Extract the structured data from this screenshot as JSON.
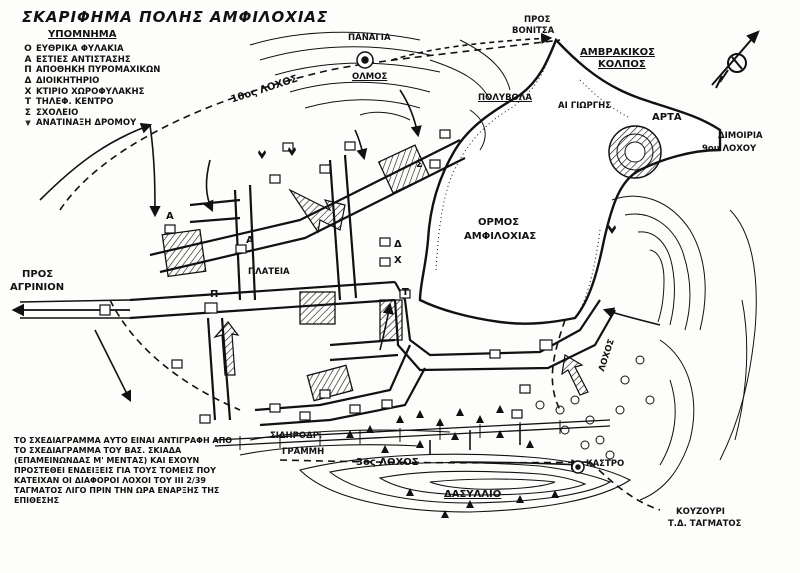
{
  "title": "ΣΚΑΡΙΦΗΜΑ ΠΟΛΗΣ ΑΜΦΙΛΟΧΙΑΣ",
  "legend": {
    "heading": "ΥΠΟΜΝΗΜΑ",
    "items": [
      {
        "symbol": "O",
        "label": "ΕΥΘΡΙΚΑ ΦΥΛΑΚΙΑ"
      },
      {
        "symbol": "Α",
        "label": "ΕΣΤΙΕΣ ΑΝΤΙΣΤΑΣΗΣ"
      },
      {
        "symbol": "Π",
        "label": "ΑΠΟΘΗΚΗ ΠΥΡΟΜΑΧΙΚΩΝ"
      },
      {
        "symbol": "Δ",
        "label": "ΔΙΟΙΚΗΤΗΡΙΟ"
      },
      {
        "symbol": "Χ",
        "label": "ΚΤΙΡΙΟ ΧΩΡΟΦΥΛΑΚΗΣ"
      },
      {
        "symbol": "Τ",
        "label": "ΤΗΛΕΦ. ΚΕΝΤΡΟ"
      },
      {
        "symbol": "Σ",
        "label": "ΣΧΟΛΕΙΟ"
      },
      {
        "symbol": "⩔",
        "label": "ΑΝΑΤΙΝΑΞΗ ΔΡΟΜΟΥ"
      }
    ]
  },
  "places": {
    "panagia": "ΠΑΝΑΓΙΑ",
    "olmos": "ΟΛΜΟΣ",
    "pros_vonitsa_1": "ΠΡΟΣ",
    "pros_vonitsa_2": "ΒΟΝΙΤΣΑ",
    "ambrakikos_1": "ΑΜΒΡΑΚΙΚΟΣ",
    "ambrakikos_2": "ΚΟΛΠΟΣ",
    "polyvolo": "ΠΟΛΥΒΟΛΑ",
    "ai_giorgis": "ΑΙ ΓΙΩΡΓΗΣ",
    "arta": "ΑΡΤΑ",
    "dimoiria_1": "ΔΙΜΟΙΡΙΑ",
    "dimoiria_2": "9ου ΛΟΧΟΥ",
    "ormos_1": "ΟΡΜΟΣ",
    "ormos_2": "ΑΜΦΙΛΟΧΙΑΣ",
    "plateia": "ΠΛΑΤΕΙΑ",
    "pros_agrinion_1": "ΠΡΟΣ",
    "pros_agrinion_2": "ΑΓΡΙΝΙΟΝ",
    "lochos_10": "10ος ΛΟΧΟΣ",
    "lochos_3": "3ος ΛΟΧΟΣ",
    "lochos_side": "ΛΟΧΟΣ",
    "sidirodromos_1": "ΣΙΔΗΡΟΔΡ.",
    "sidirodromos_2": "ΓΡΑΜΜΗ",
    "dasyllio": "ΔΑΣΥΛΛΙΟ",
    "kastro": "ΚΑΣΤΡΟ",
    "kouzouri_1": "ΚΟΥΖΟΥΡΙ",
    "kouzouri_2": "Τ.Δ. ΤΑΓΜΑΤΟΣ"
  },
  "symbols": {
    "A": "Α",
    "P": "Π",
    "D": "Δ",
    "X": "Χ",
    "T": "Τ",
    "S": "Σ"
  },
  "note": "ΤΟ ΣΧΕΔΙΑΓΡΑΜΜΑ ΑΥΤΟ ΕΙΝΑΙ ΑΝΤΙΓΡΑΦΗ ΑΠΟ ΤΟ ΣΧΕΔΙΑΓΡΑΜΜΑ ΤΟΥ ΒΑΣ. ΣΚΙΑΔΑ (ΕΠΑΜΕΙΝΩΝΔΑΣ Μ' ΜΕΝΤΑΣ) ΚΑΙ ΕΧΟΥΝ ΠΡΟΣΤΕΘΕΙ ΕΝΔΕΙΞΕΙΣ ΓΙΑ ΤΟΥΣ ΤΟΜΕΙΣ ΠΟΥ ΚΑΤΕΙΧΑΝ ΟΙ ΔΙΑΦΟΡΟΙ ΛΟΧΟΙ ΤΟΥ ΙΙΙ 2/39 ΤΑΓΜΑΤΟΣ ΛΙΓΟ ΠΡΙΝ ΤΗΝ ΩΡΑ ΕΝΑΡΞΗΣ ΤΗΣ ΕΠΙΘΕΣΗΣ",
  "colors": {
    "ink": "#111111",
    "paper": "#fdfdfb"
  }
}
